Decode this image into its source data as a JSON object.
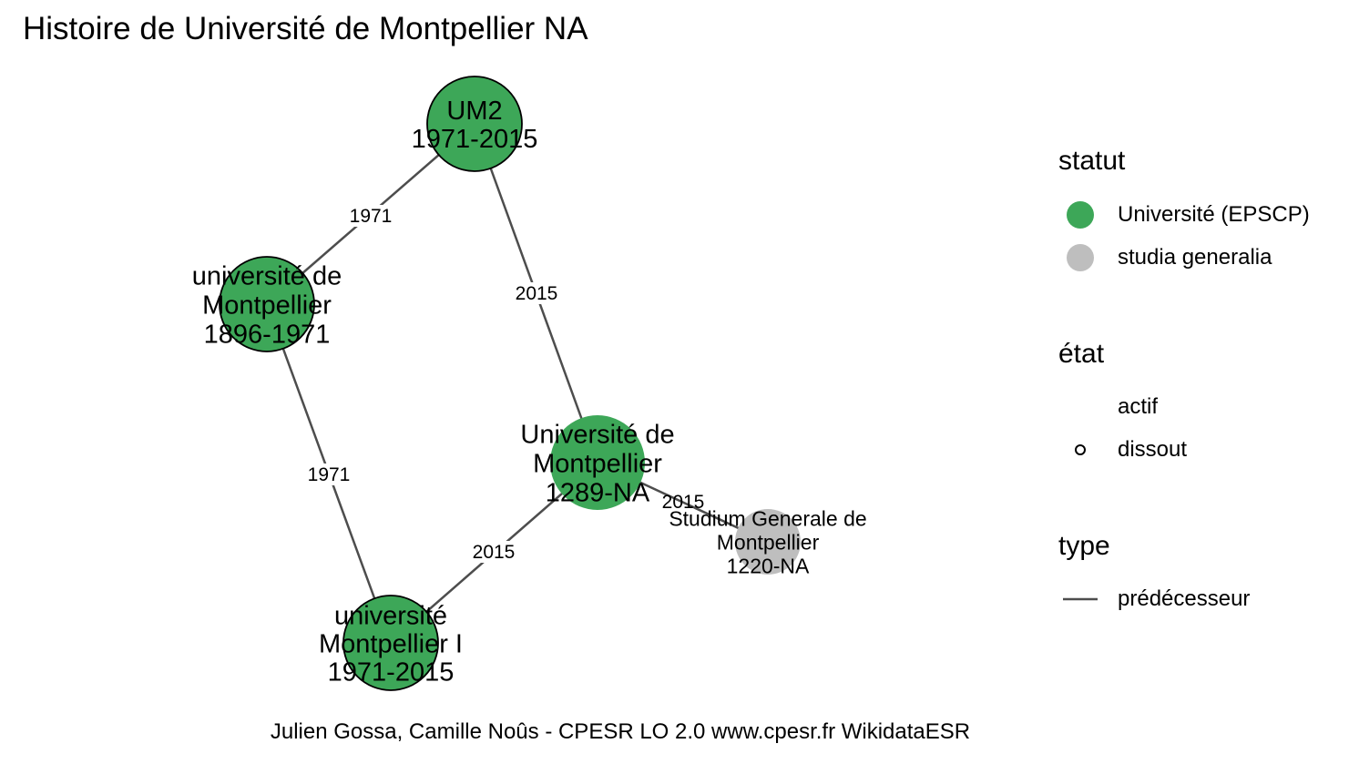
{
  "title": "Histoire de Université de Montpellier NA",
  "caption": "Julien Gossa, Camille Noûs - CPESR LO 2.0 www.cpesr.fr WikidataESR",
  "colors": {
    "universite": "#3DA758",
    "studia": "#BEBEBE",
    "edge": "#4D4D4D"
  },
  "nodes": [
    {
      "id": "um2",
      "lines": [
        "UM2",
        "1971-2015"
      ],
      "statut": "Université (EPSCP)",
      "etat": "dissout"
    },
    {
      "id": "udm1896",
      "lines": [
        "université de",
        "Montpellier",
        "1896-1971"
      ],
      "statut": "Université (EPSCP)",
      "etat": "dissout"
    },
    {
      "id": "um",
      "lines": [
        "Université de",
        "Montpellier",
        "1289-NA"
      ],
      "statut": "Université (EPSCP)",
      "etat": "actif"
    },
    {
      "id": "studium",
      "lines": [
        "Studium Generale de",
        "Montpellier",
        "1220-NA"
      ],
      "statut": "studia generalia",
      "etat": "actif"
    },
    {
      "id": "um1",
      "lines": [
        "université",
        "Montpellier I",
        "1971-2015"
      ],
      "statut": "Université (EPSCP)",
      "etat": "dissout"
    }
  ],
  "edges": [
    {
      "from": "udm1896",
      "to": "um2",
      "label": "1971"
    },
    {
      "from": "um2",
      "to": "um",
      "label": "2015"
    },
    {
      "from": "udm1896",
      "to": "um1",
      "label": "1971"
    },
    {
      "from": "um1",
      "to": "um",
      "label": "2015"
    },
    {
      "from": "um",
      "to": "studium",
      "label": "2015"
    }
  ],
  "legend": {
    "statut": {
      "title": "statut",
      "items": [
        {
          "label": "Université (EPSCP)",
          "color": "#3DA758"
        },
        {
          "label": "studia generalia",
          "color": "#BEBEBE"
        }
      ]
    },
    "etat": {
      "title": "état",
      "items": [
        {
          "label": "actif"
        },
        {
          "label": "dissout"
        }
      ]
    },
    "type": {
      "title": "type",
      "items": [
        {
          "label": "prédécesseur"
        }
      ]
    }
  }
}
